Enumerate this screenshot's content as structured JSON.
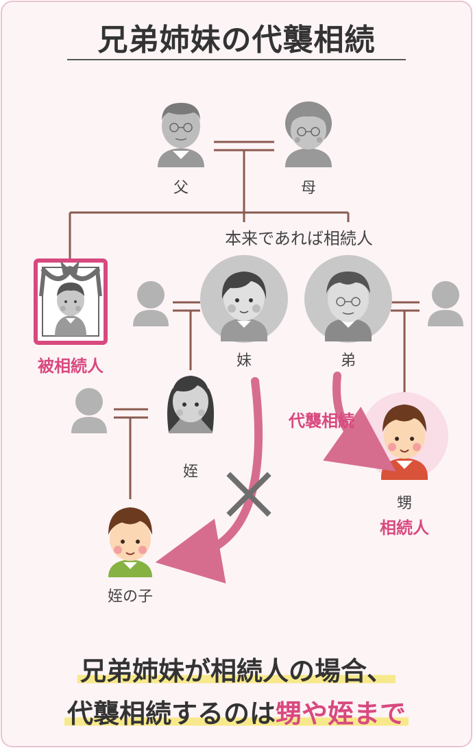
{
  "title": "兄弟姉妹の代襲相続",
  "labels": {
    "father": "父",
    "mother": "母",
    "originally_heirs": "本来であれば相続人",
    "deceased": "被相続人",
    "younger_sister": "妹",
    "younger_brother": "弟",
    "niece": "姪",
    "substitution": "代襲相続",
    "nephew": "甥",
    "nephew_heir": "相続人",
    "niece_child": "姪の子"
  },
  "caption": {
    "line1": "兄弟姉妹が相続人の場合、",
    "line2_prefix": "代襲相続するのは",
    "line2_accent": "甥や姪まで"
  },
  "colors": {
    "background": "#fdf4f6",
    "border": "#e9c3cf",
    "line": "#8b5a4e",
    "accent": "#d8497f",
    "arrow": "#d66d8f",
    "highlight": "#f7e98b",
    "gray": "#b3b3b3",
    "heir_circle": "#f9dde7"
  }
}
